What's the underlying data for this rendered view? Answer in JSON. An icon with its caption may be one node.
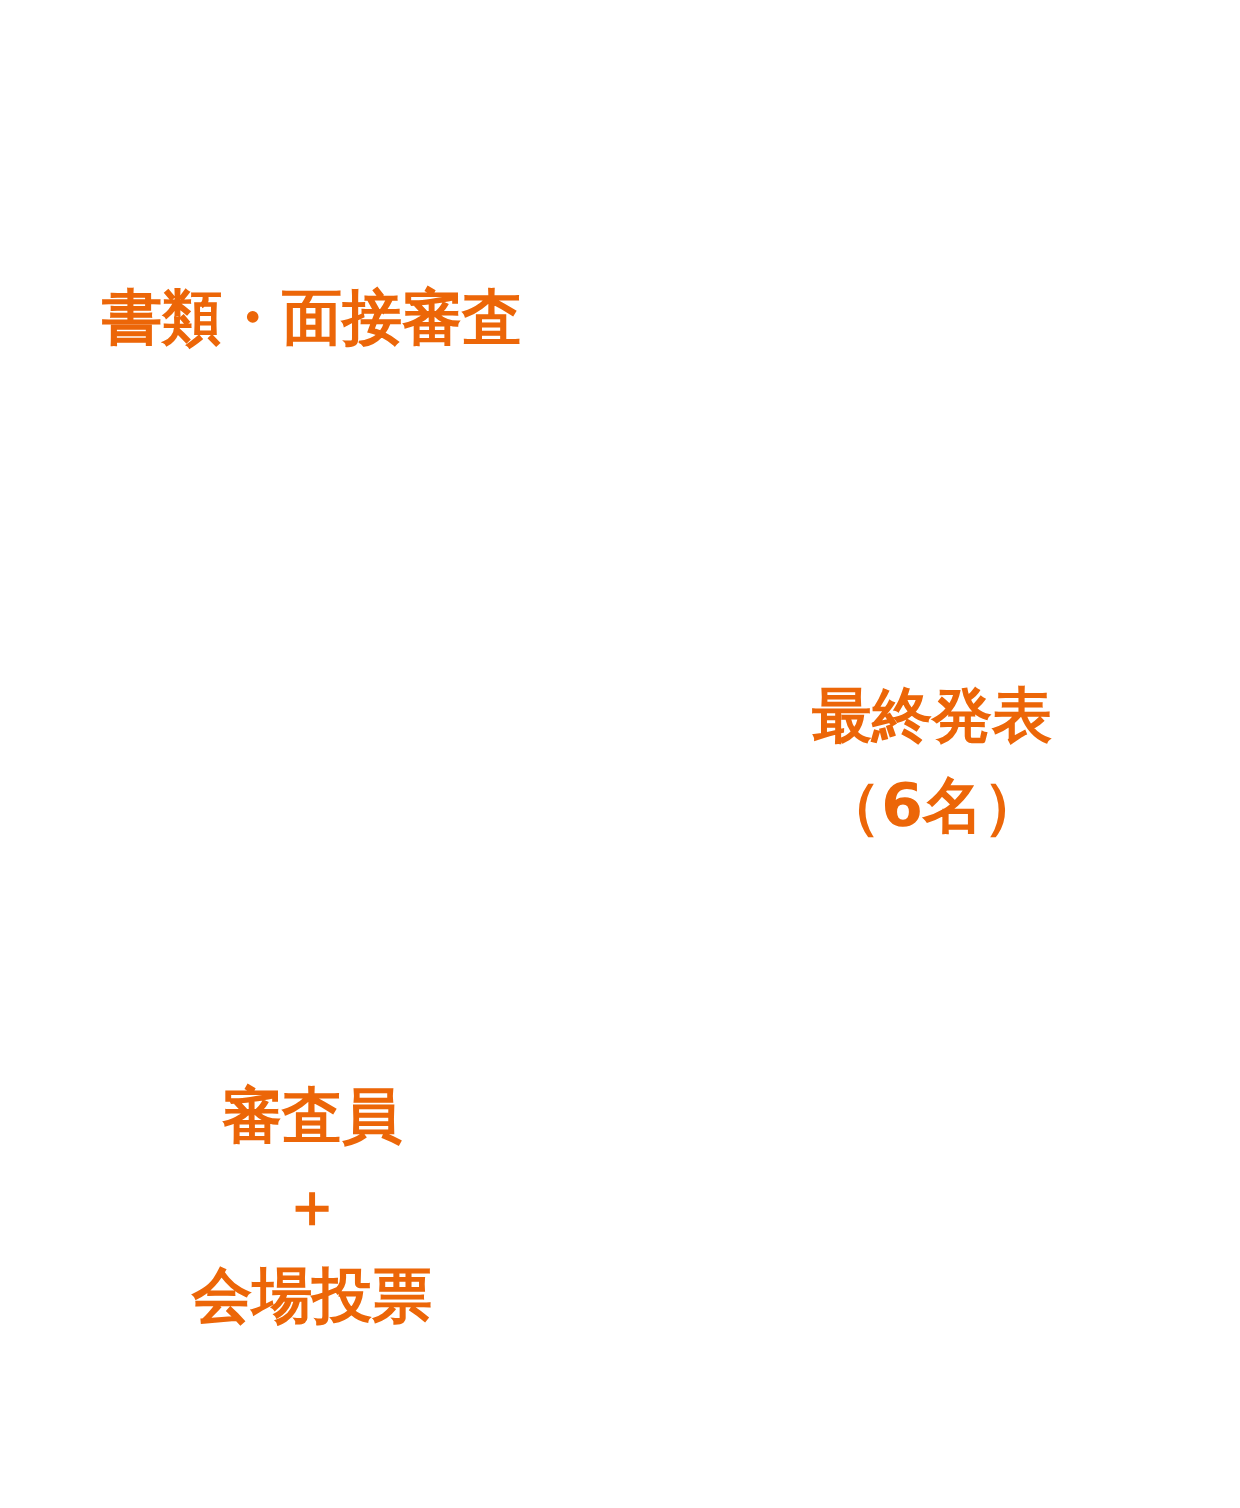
{
  "diagram": {
    "labels": [
      "書類・面接審査",
      "最終発表（6名）",
      "審査員＋会場投票"
    ]
  }
}
